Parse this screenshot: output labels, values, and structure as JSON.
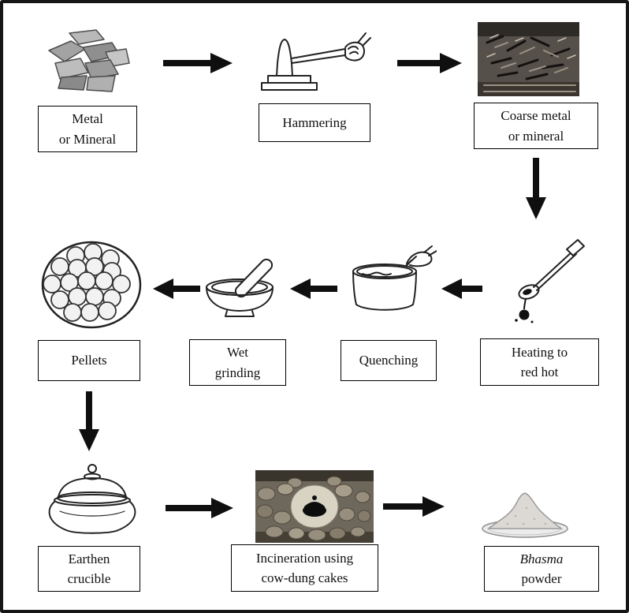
{
  "figure": {
    "background_color": "#ffffff",
    "frame_border_color": "#161616",
    "box_border_color": "#000000",
    "arrow_color": "#0f0f0f"
  },
  "nodes": {
    "metal": {
      "line1": "Metal",
      "line2": "or Mineral"
    },
    "hammering": {
      "line1": "Hammering"
    },
    "coarse": {
      "line1": "Coarse metal",
      "line2": "or mineral"
    },
    "heating": {
      "line1": "Heating to",
      "line2": "red hot"
    },
    "quenching": {
      "line1": "Quenching"
    },
    "wet_grinding": {
      "line1": "Wet",
      "line2": "grinding"
    },
    "pellets": {
      "line1": "Pellets"
    },
    "crucible": {
      "line1": "Earthen",
      "line2": "crucible"
    },
    "incineration": {
      "line1": "Incineration using",
      "line2": "cow-dung cakes"
    },
    "bhasma": {
      "line1": "Bhasma",
      "line2": "powder"
    }
  },
  "icons": {
    "metal": "metal-chunks-icon",
    "hammering": "hammer-and-hand-icon",
    "coarse": "coarse-metal-photo-icon",
    "heating": "ladle-molten-drop-icon",
    "quenching": "quenching-cup-icon",
    "wet_grinding": "mortar-pestle-icon",
    "pellets": "pellets-tray-icon",
    "crucible": "earthen-crucible-icon",
    "incineration": "cow-dung-pit-photo-icon",
    "bhasma": "powder-heap-icon",
    "arrows": "flow-arrow-icon"
  }
}
